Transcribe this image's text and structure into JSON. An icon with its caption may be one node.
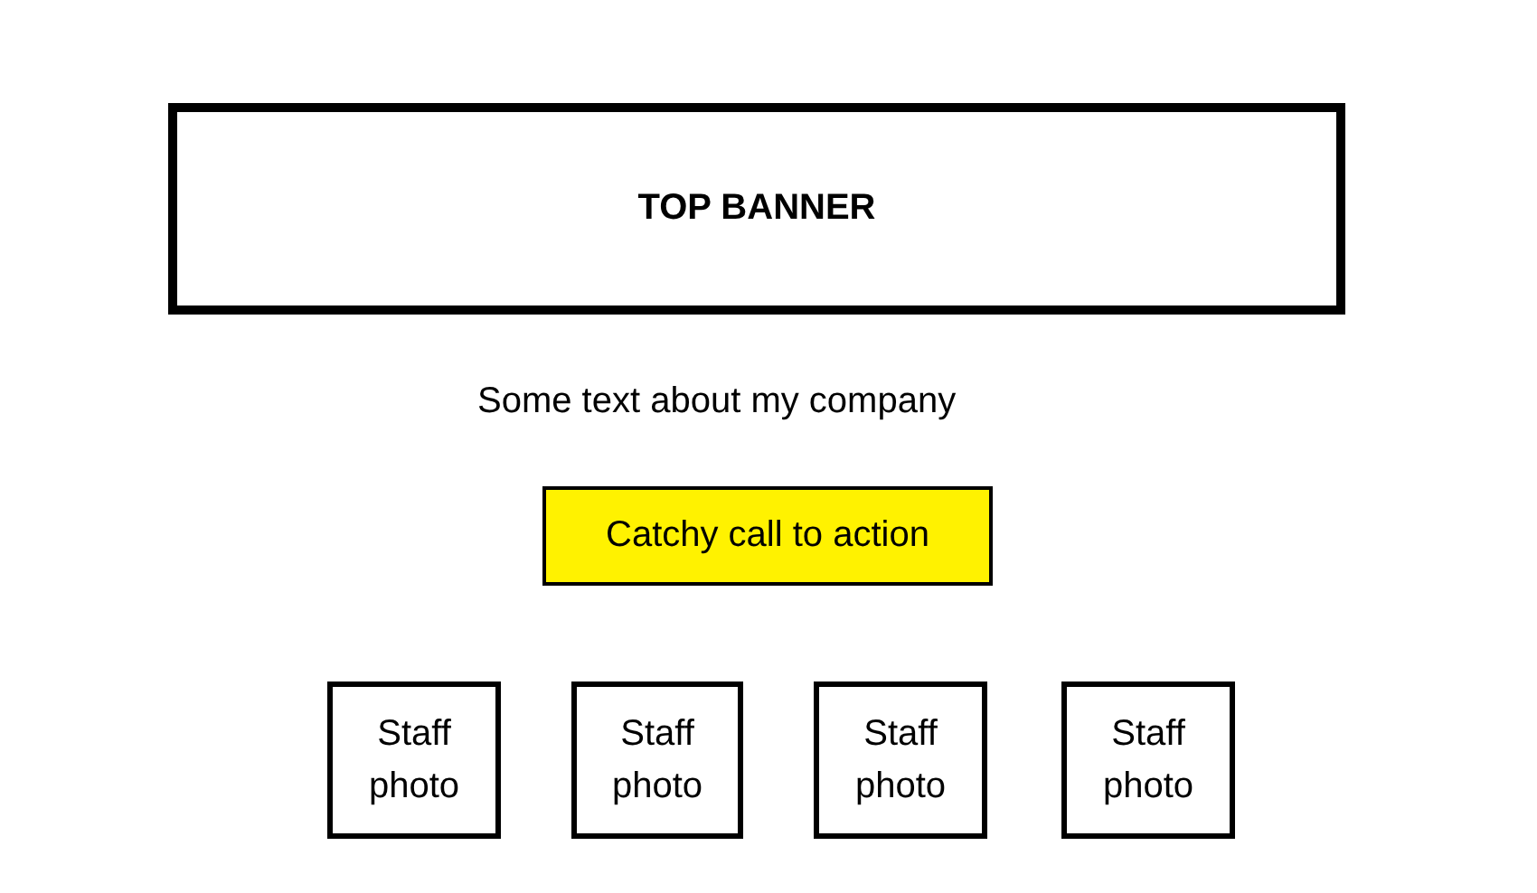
{
  "diagram": {
    "nodes": [
      {
        "text": [
          "TOP BANNER"
        ]
      },
      {
        "text": [
          "Catchy call to action"
        ]
      },
      {
        "text": [
          "Staff photo"
        ]
      },
      {
        "text": [
          "Staff photo"
        ]
      },
      {
        "text": [
          "Staff photo"
        ]
      },
      {
        "text": [
          "Staff photo"
        ]
      }
    ],
    "labels": [
      "Some text about my company"
    ]
  }
}
